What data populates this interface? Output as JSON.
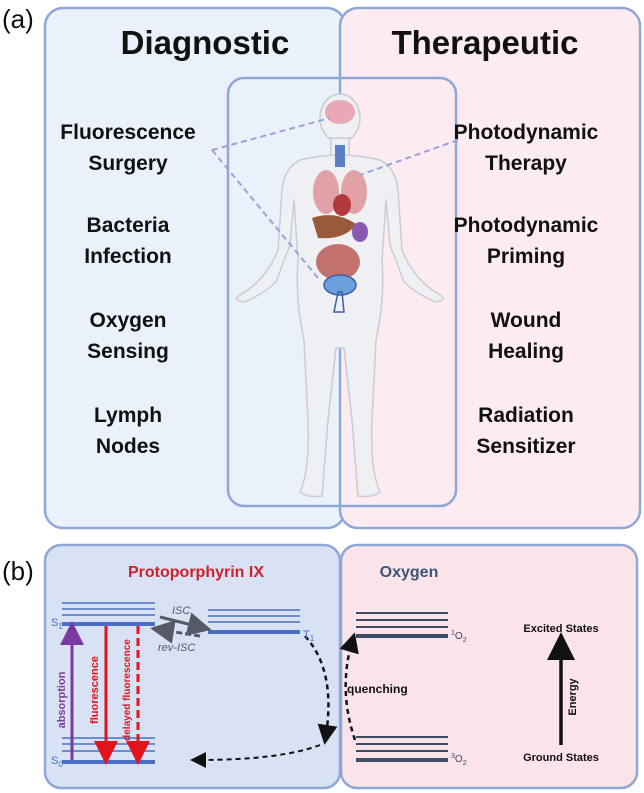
{
  "panel_a": {
    "label": "(a)",
    "diagnostic": {
      "title": "Diagnostic",
      "items": [
        {
          "line1": "Fluorescence",
          "line2": "Surgery"
        },
        {
          "line1": "Bacteria",
          "line2": "Infection"
        },
        {
          "line1": "Oxygen",
          "line2": "Sensing"
        },
        {
          "line1": "Lymph",
          "line2": "Nodes"
        }
      ]
    },
    "therapeutic": {
      "title": "Therapeutic",
      "items": [
        {
          "line1": "Photodynamic",
          "line2": "Therapy"
        },
        {
          "line1": "Photodynamic",
          "line2": "Priming"
        },
        {
          "line1": "Wound",
          "line2": "Healing"
        },
        {
          "line1": "Radiation",
          "line2": "Sensitizer"
        }
      ]
    },
    "colors": {
      "diagnostic_bg": "#eaf1fb",
      "therapeutic_bg": "#fcecf2",
      "border": "#8ea7d6"
    }
  },
  "panel_b": {
    "label": "(b)",
    "ppix": {
      "title": "Protoporphyrin IX",
      "s1": "S",
      "s1_sub": "1",
      "s0": "S",
      "s0_sub": "0",
      "t1": "T",
      "t1_sub": "1",
      "isc": "ISC",
      "rev_isc": "rev-ISC",
      "absorption": "absorption",
      "fluorescence": "fluorescence",
      "delayed_fluorescence": "delayed fluorescence"
    },
    "oxygen": {
      "title": "Oxygen",
      "singlet_sup": "1",
      "singlet": "O",
      "singlet_sub": "2",
      "triplet_sup": "3",
      "triplet": "O",
      "triplet_sub": "2",
      "quenching": "quenching",
      "excited_states": "Excited States",
      "ground_states": "Ground States",
      "energy": "Energy"
    },
    "colors": {
      "ppix_bg": "#d8e2f4",
      "oxygen_bg": "#fbe3ea",
      "title_red": "#d0202a",
      "oxygen_title": "#3d5577",
      "level_blue": "#4a6fc4",
      "absorption": "#7a3aa0",
      "fluorescence": "#e0141c"
    }
  }
}
